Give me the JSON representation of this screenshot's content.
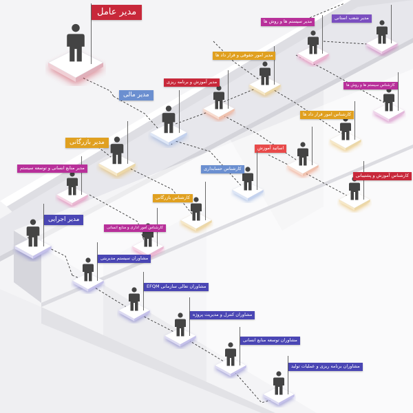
{
  "colors": {
    "red": "#c8283a",
    "pink": "#e23c8e",
    "magenta": "#b8309a",
    "purple": "#7b4fc0",
    "blue": "#6b8fd0",
    "gold": "#e0a020",
    "orange": "#ee6a3a",
    "coral": "#e84a4a",
    "navy": "#4a46b4"
  },
  "roles": {
    "ceo": "مدیر عامل",
    "branches_head": "مدیر شعب استانی",
    "systems_methods_mgr": "مدیر سیستم ها و روش ها",
    "legal_affairs_mgr": "مدیر امور حقوقی و قرار داد ها",
    "systems_methods_expert": "کارشناس سیستم ها و روش ها",
    "training_planning_mgr": "مدیر آموزش و برنامه ریزی",
    "contracts_expert": "کارشناس امور قرار داد ها",
    "finance_mgr": "مدیر مالی",
    "professors": "اساتید آموزش",
    "commercial_mgr": "مدیر بازرگانی",
    "hr_mgr": "مدیر منابع انسانی و توسعه سیستم",
    "accounting_expert": "کارشناس حسابداری",
    "training_expert": "کارشناس آموزش و پشتیبانی",
    "commerce_expert": "کارشناس بازرگانی",
    "executive_mgr": "مدیر اجرایی",
    "admin_hr_expert": "کارشناس امور اداری و منابع انسانی",
    "system_consultants": "مشاوران سیستم مدیریتی",
    "efqm_consultants": "مشاوران تعالی سازمانی EFQM",
    "project_control_consultants": "مشاوران کنترل و مدیریت پروژه",
    "hr_dev_consultants": "مشاوران توسعه منابع انسانی",
    "production_planning_consultants": "مشاوران برنامه ریزی و عملیات تولید"
  }
}
